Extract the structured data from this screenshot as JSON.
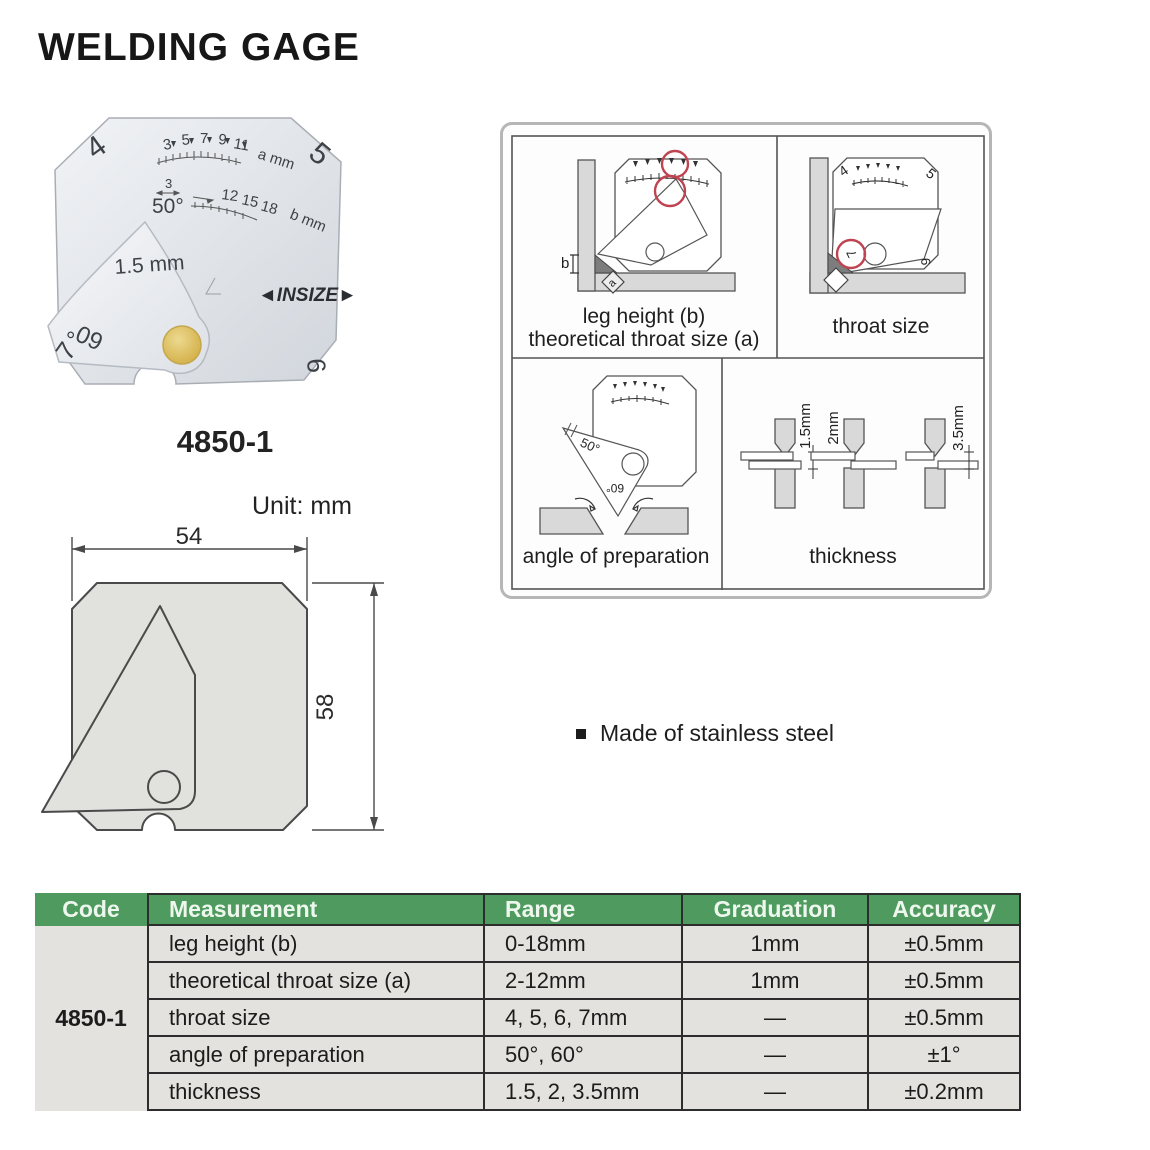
{
  "page": {
    "title": "WELDING GAGE"
  },
  "product": {
    "model": "4850-1",
    "unit_label": "Unit: mm",
    "photo": {
      "corner_top_left": "4",
      "corner_top_right": "5",
      "scale_a_values": [
        "3",
        "5",
        "7",
        "9",
        "11"
      ],
      "scale_a_unit": "a mm",
      "scale_b_start": "3",
      "scale_b_values": [
        "12",
        "15",
        "18"
      ],
      "scale_b_unit": "b mm",
      "angle_front": "50°",
      "thickness_marking": "1.5 mm",
      "logo": "◄INSIZE►",
      "angle_back": "60°",
      "corner_bottom_left": "7",
      "corner_bottom_right": "6"
    }
  },
  "drawing": {
    "width_label": "54",
    "height_label": "58"
  },
  "panel": {
    "q1": {
      "caption_line1": "leg height (b)",
      "caption_line2": "theoretical throat size (a)",
      "label_b": "b",
      "label_a": "a"
    },
    "q2": {
      "caption": "throat size",
      "corner_left": "4",
      "corner_right": "5",
      "reading": "7",
      "corner_bottom": "6"
    },
    "q3": {
      "caption": "angle of preparation",
      "angle_top": "50°",
      "angle_bottom": "60°"
    },
    "q4": {
      "caption": "thickness",
      "labels": [
        "1.5mm",
        "2mm",
        "3.5mm"
      ]
    }
  },
  "features": {
    "bullet1": "Made of stainless steel"
  },
  "spec_table": {
    "headers": {
      "code": "Code",
      "measurement": "Measurement",
      "range": "Range",
      "graduation": "Graduation",
      "accuracy": "Accuracy"
    },
    "code": "4850-1",
    "rows": [
      {
        "measurement": "leg height (b)",
        "range": "0-18mm",
        "graduation": "1mm",
        "accuracy": "±0.5mm"
      },
      {
        "measurement": "theoretical throat size (a)",
        "range": "2-12mm",
        "graduation": "1mm",
        "accuracy": "±0.5mm"
      },
      {
        "measurement": "throat size",
        "range": "4, 5, 6, 7mm",
        "graduation": "—",
        "accuracy": "±0.5mm"
      },
      {
        "measurement": "angle of preparation",
        "range": "50°, 60°",
        "graduation": "—",
        "accuracy": "±1°"
      },
      {
        "measurement": "thickness",
        "range": "1.5, 2, 3.5mm",
        "graduation": "—",
        "accuracy": "±0.2mm"
      }
    ]
  },
  "colors": {
    "table_header_green": "#4f9b5f",
    "table_row_gray": "#e3e2de",
    "border_dark": "#2d2d2d",
    "highlight_red": "#bf4350",
    "rivet_gold": "#d9b54a",
    "diagram_gray": "#d9d9d9"
  }
}
